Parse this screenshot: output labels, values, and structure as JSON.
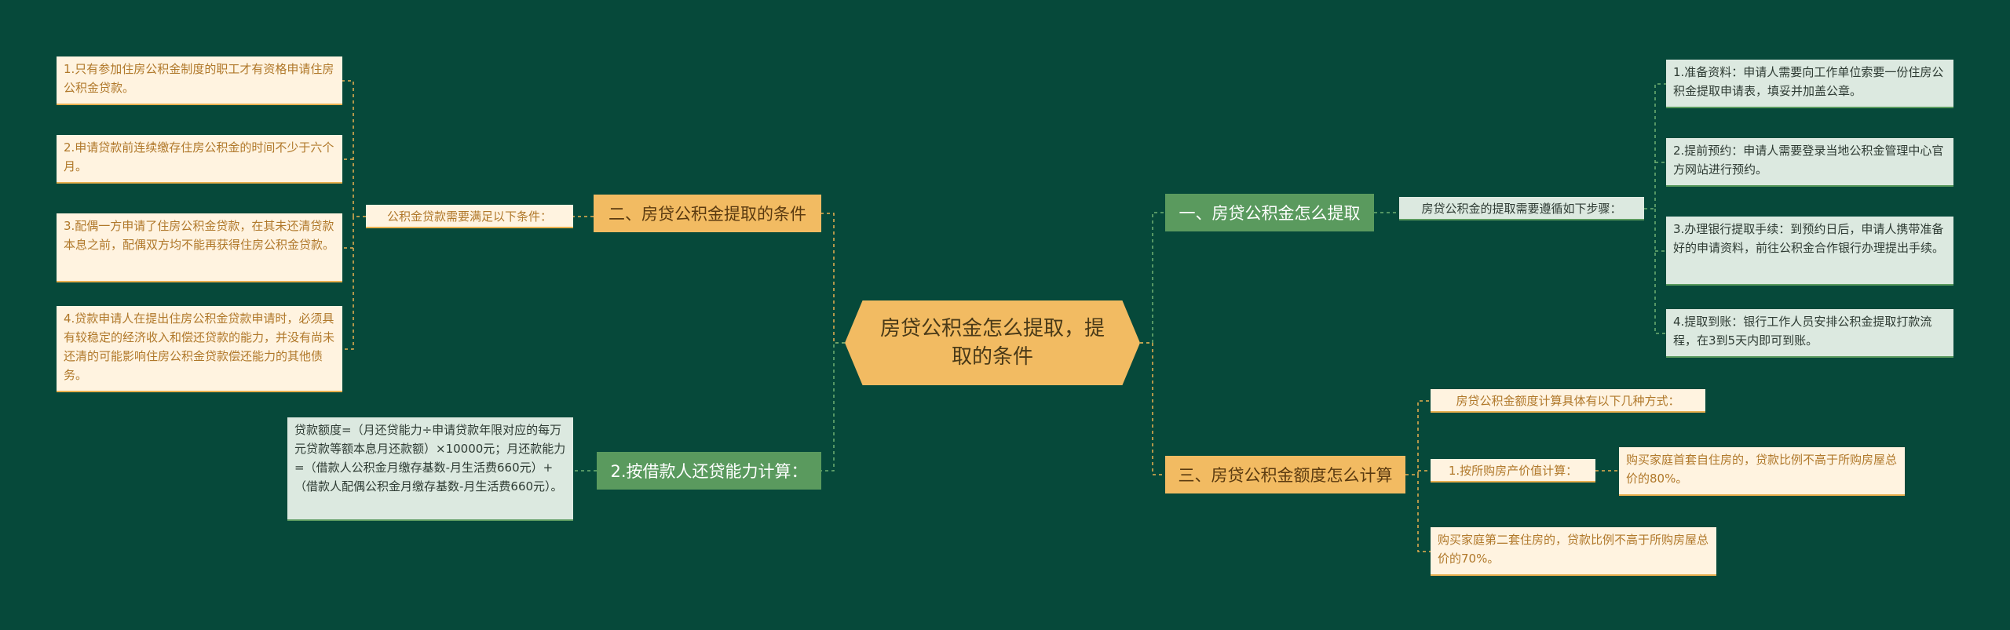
{
  "colors": {
    "background": "#06493A",
    "root_fill": "#F2BB62",
    "green_branch": "#5A9A5E",
    "orange_branch": "#F2BB62",
    "green_leaf": "#DCE9E0",
    "cream_leaf": "#FFF3E0",
    "connector": "#E9B04F"
  },
  "root": {
    "title": "房贷公积金怎么提取，提取的条件"
  },
  "branches": {
    "withdraw": {
      "label": "一、房贷公积金怎么提取",
      "intro": "房贷公积金的提取需要遵循如下步骤：",
      "steps": [
        "1.准备资料：申请人需要向工作单位索要一份住房公积金提取申请表，填妥并加盖公章。",
        "2.提前预约：申请人需要登录当地公积金管理中心官方网站进行预约。",
        "3.办理银行提取手续：到预约日后，申请人携带准备好的申请资料，前往公积金合作银行办理提出手续。",
        "4.提取到账：银行工作人员安排公积金提取打款流程，在3到5天内即可到账。"
      ]
    },
    "conditions": {
      "label": "二、房贷公积金提取的条件",
      "intro": "公积金贷款需要满足以下条件：",
      "items": [
        "1.只有参加住房公积金制度的职工才有资格申请住房公积金贷款。",
        "2.申请贷款前连续缴存住房公积金的时间不少于六个月。",
        "3.配偶一方申请了住房公积金贷款，在其未还清贷款本息之前，配偶双方均不能再获得住房公积金贷款。",
        "4.贷款申请人在提出住房公积金贷款申请时，必须具有较稳定的经济收入和偿还贷款的能力，并没有尚未还清的可能影响住房公积金贷款偿还能力的其他债务。"
      ]
    },
    "calculate": {
      "label": "三、房贷公积金额度怎么计算",
      "intro": "房贷公积金额度计算具体有以下几种方式：",
      "by_value": {
        "label": "1.按所购房产价值计算：",
        "first": "购买家庭首套自住房的，贷款比例不高于所购房屋总价的80%。"
      },
      "second": "购买家庭第二套住房的，贷款比例不高于所购房屋总价的70%。"
    },
    "capacity": {
      "label": "2.按借款人还贷能力计算：",
      "formula": "贷款额度=（月还贷能力÷申请贷款年限对应的每万元贷款等额本息月还款额）×10000元；月还款能力=（借款人公积金月缴存基数-月生活费660元）+（借款人配偶公积金月缴存基数-月生活费660元）。"
    }
  }
}
